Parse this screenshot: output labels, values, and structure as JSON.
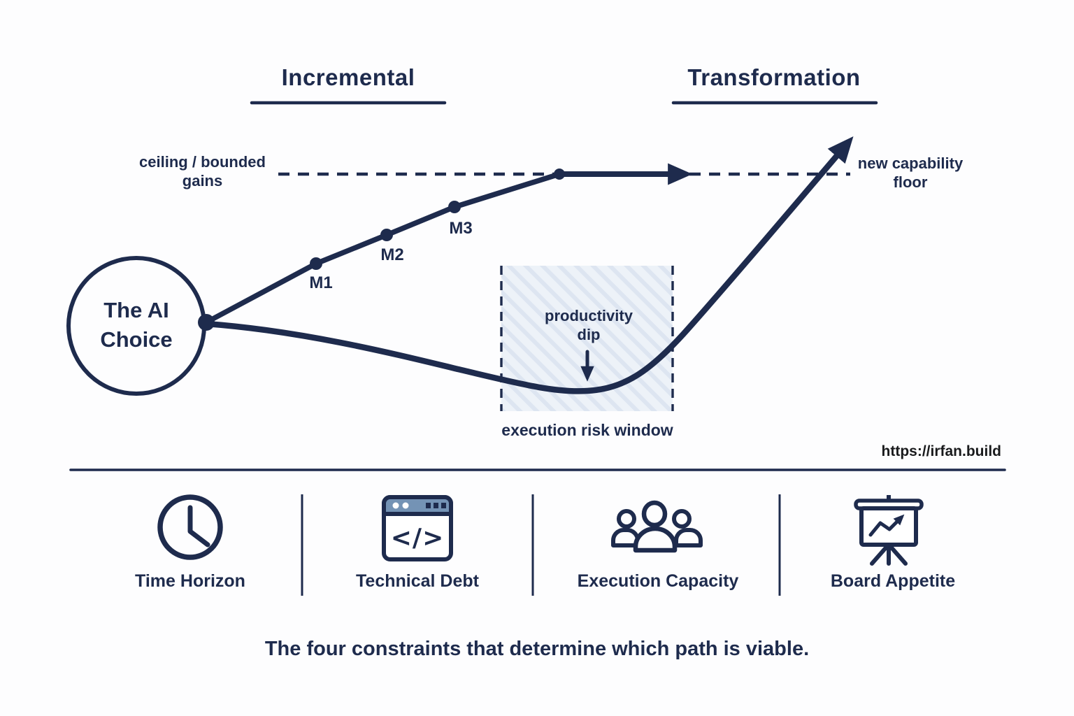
{
  "colors": {
    "navy": "#1e2b4d",
    "steel_blue": "#7493b5",
    "hatch_bg": "#edf2f8",
    "hatch_stripe": "#dde5f1",
    "url_text": "#191a1c",
    "background": "#fdfdfe"
  },
  "header": {
    "incremental": "Incremental",
    "transformation": "Transformation"
  },
  "diagram": {
    "node": {
      "line1": "The AI",
      "line2": "Choice"
    },
    "milestones": [
      "M1",
      "M2",
      "M3"
    ],
    "ceiling_label": {
      "line1": "ceiling / bounded",
      "line2": "gains"
    },
    "floor_label": {
      "line1": "new capability",
      "line2": "floor"
    },
    "dip_label": {
      "line1": "productivity",
      "line2": "dip"
    },
    "risk_window_label": "execution risk window",
    "url": "https://irfan.build"
  },
  "constraints": {
    "items": [
      {
        "label": "Time Horizon",
        "icon": "clock-icon"
      },
      {
        "label": "Technical Debt",
        "icon": "code-window-icon",
        "glyph": "</>"
      },
      {
        "label": "Execution Capacity",
        "icon": "people-icon"
      },
      {
        "label": "Board Appetite",
        "icon": "presentation-chart-icon"
      }
    ]
  },
  "caption": "The four constraints that determine which path is viable."
}
